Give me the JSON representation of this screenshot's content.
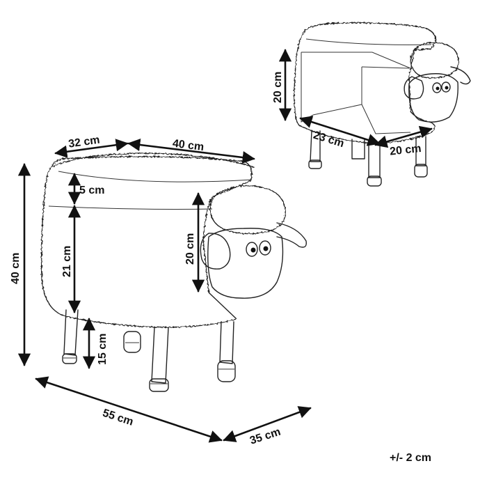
{
  "colors": {
    "line": "#222222",
    "dimension": "#111111",
    "background": "#ffffff"
  },
  "dimensions": {
    "top_length": "32 cm",
    "top_width": "40 cm",
    "seat_thickness": "5 cm",
    "body_height": "21 cm",
    "total_height": "40 cm",
    "leg_height": "15 cm",
    "head_height": "20 cm",
    "base_length": "55 cm",
    "base_depth": "35 cm",
    "storage_height": "20 cm",
    "storage_length": "23 cm",
    "storage_depth": "20 cm"
  },
  "tolerance": "+/- 2 cm"
}
